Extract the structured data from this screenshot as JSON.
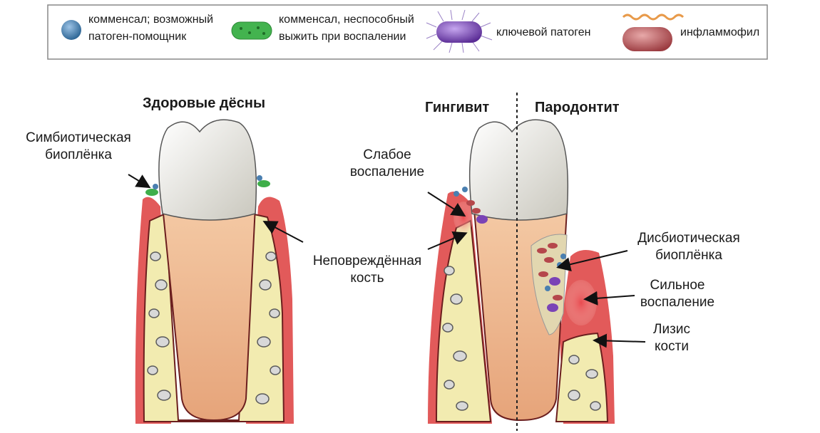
{
  "legend": {
    "items": [
      {
        "icon": "blue-cell-icon",
        "label": "комменсал; возможный\nпатоген-помощник"
      },
      {
        "icon": "green-cell-icon",
        "label": "комменсал, неспособный\nвыжить при воспалении"
      },
      {
        "icon": "purple-spiky-cell-icon",
        "label": "ключевой патоген"
      },
      {
        "icon": "red-cell-icon",
        "label": "инфламмофил"
      }
    ]
  },
  "panels": {
    "healthy": {
      "title": "Здоровые дёсны",
      "biofilm_label": "Симбиотическая\nбиоплёнка",
      "bone_label": "Неповреждённая\nкость"
    },
    "gingivitis": {
      "title": "Гингивит",
      "inflammation_label": "Слабое\nвоспаление"
    },
    "periodontitis": {
      "title": "Пародонтит",
      "biofilm_label": "Дисбиотическая\nбиоплёнка",
      "inflammation_label": "Сильное\nвоспаление",
      "bone_lysis_label": "Лизис\nкости"
    }
  },
  "colors": {
    "gum": "#e25a5a",
    "gum_inner": "#f6b5b0",
    "bone": "#f2ebb0",
    "pulp": "#f3b98a",
    "enamel": "#efeee6",
    "commensal_blue": "#4a7fb0",
    "commensal_green": "#3fae4a",
    "keystone_purple": "#7a43b6",
    "inflammophile_red": "#b5474b"
  }
}
